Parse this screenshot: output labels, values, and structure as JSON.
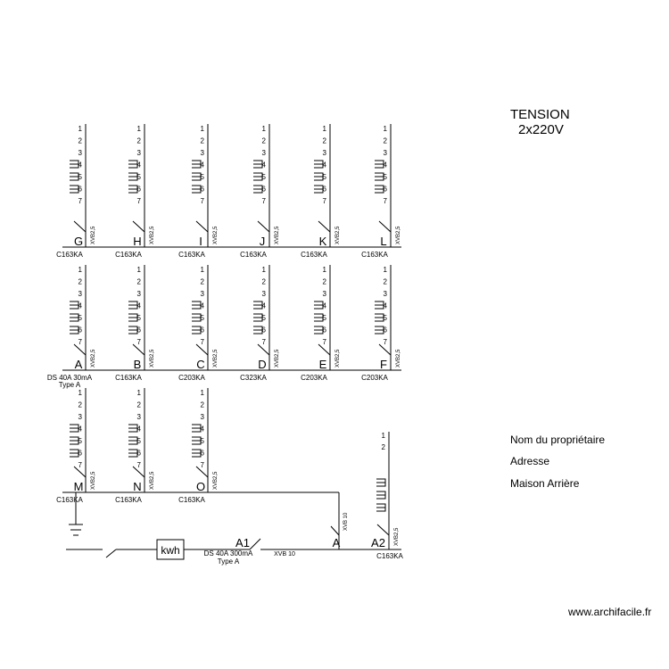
{
  "title": {
    "line1": "TENSION",
    "line2": "2x220V"
  },
  "info": {
    "owner": "Nom du propriétaire",
    "address": "Adresse",
    "house": "Maison Arrière"
  },
  "watermark": "www.archifacile.fr",
  "cable_label": "XVB2,5",
  "feed_cable_label": "XVB 10",
  "terminals": [
    "1",
    "2",
    "3",
    "4",
    "5",
    "6",
    "7"
  ],
  "a2_terminals": [
    "1",
    "2"
  ],
  "rows": [
    {
      "circuits": [
        {
          "letter": "G",
          "breaker": "C163KA"
        },
        {
          "letter": "H",
          "breaker": "C163KA"
        },
        {
          "letter": "I",
          "breaker": "C163KA"
        },
        {
          "letter": "J",
          "breaker": "C163KA"
        },
        {
          "letter": "K",
          "breaker": "C163KA"
        },
        {
          "letter": "L",
          "breaker": "C163KA"
        }
      ]
    },
    {
      "circuits": [
        {
          "letter": "A",
          "breaker": "DS 40A 30mA",
          "breaker2": "Type A"
        },
        {
          "letter": "B",
          "breaker": "C163KA"
        },
        {
          "letter": "C",
          "breaker": "C203KA"
        },
        {
          "letter": "D",
          "breaker": "C323KA"
        },
        {
          "letter": "E",
          "breaker": "C203KA"
        },
        {
          "letter": "F",
          "breaker": "C203KA"
        }
      ]
    },
    {
      "circuits": [
        {
          "letter": "M",
          "breaker": "C163KA"
        },
        {
          "letter": "N",
          "breaker": "C163KA"
        },
        {
          "letter": "O",
          "breaker": "C163KA"
        }
      ]
    }
  ],
  "main": {
    "meter": "kwh",
    "a1_label": "A1",
    "a1_breaker": "DS 40A 300mA",
    "a1_breaker2": "Type A",
    "a_label": "A",
    "a2_label": "A2",
    "a2_breaker": "C163KA"
  }
}
